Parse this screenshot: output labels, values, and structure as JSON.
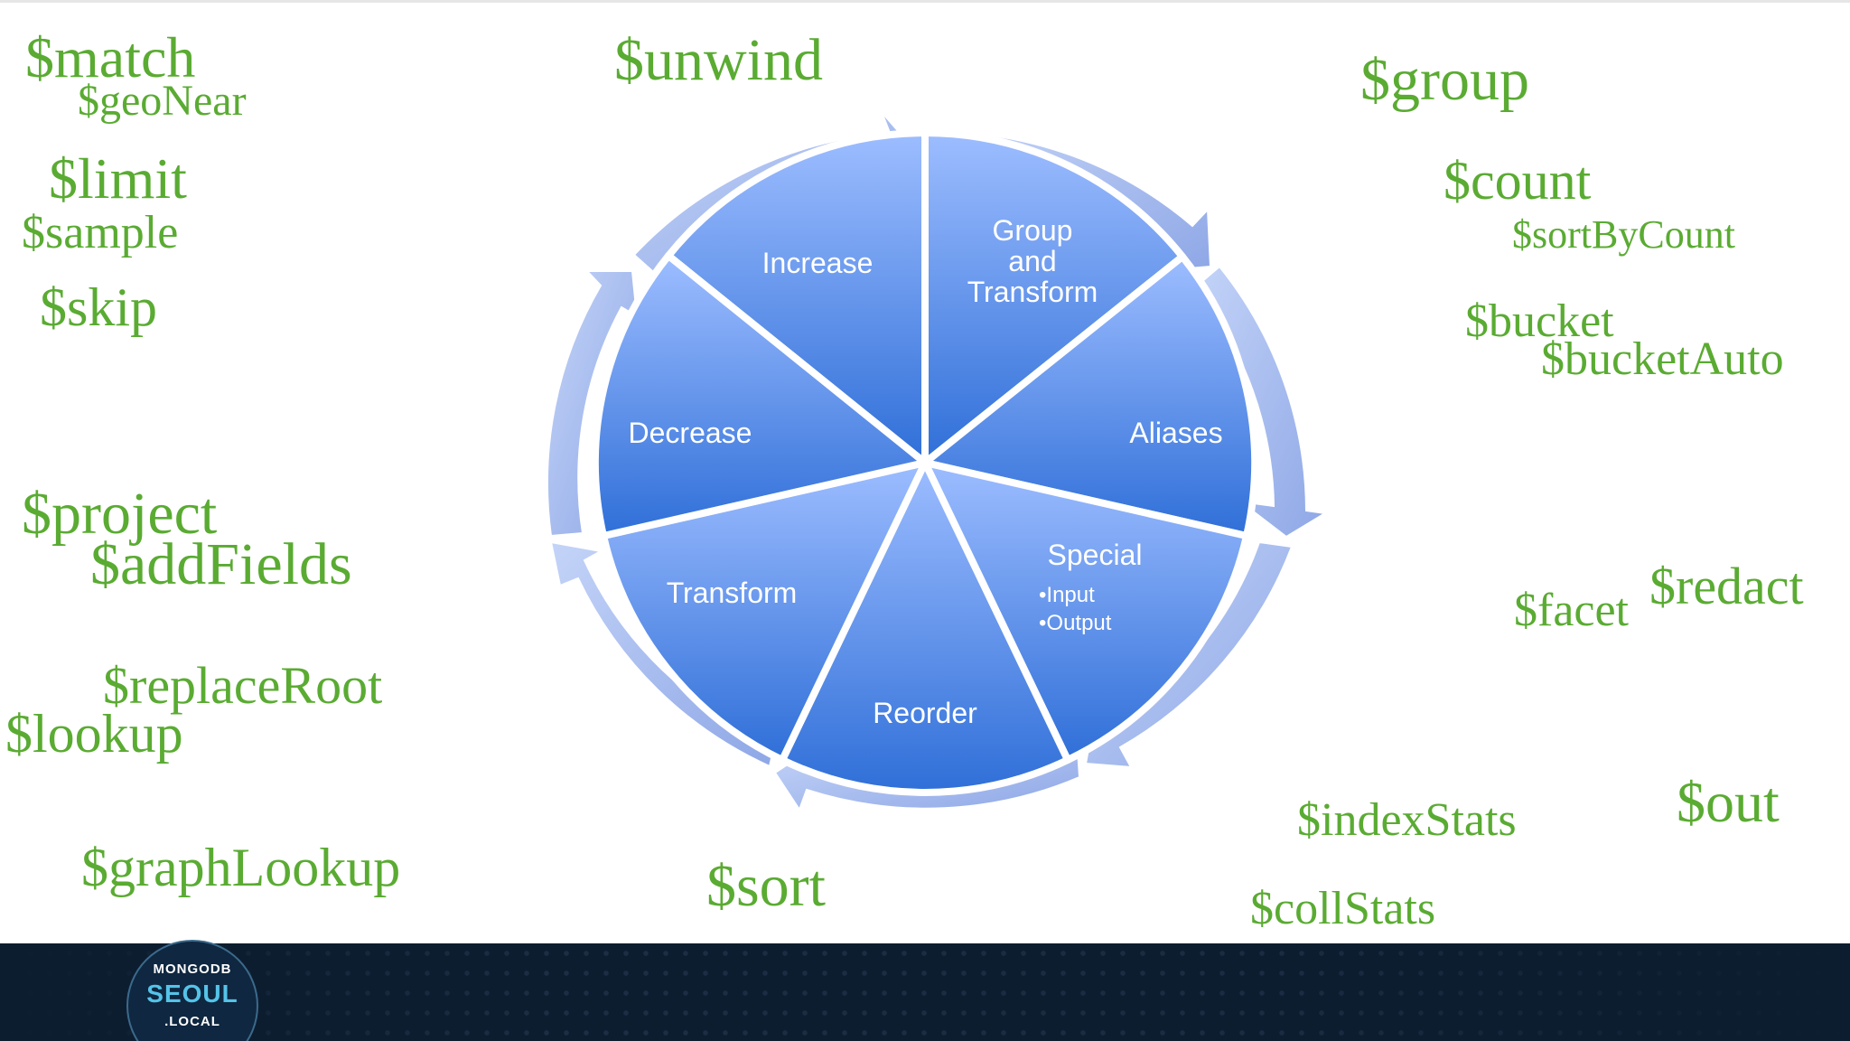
{
  "colors": {
    "stage_text": "#5aab32",
    "segment_dark": "#3f7fe0",
    "segment_light": "#8fb4ff",
    "arrow": "#a9bff2",
    "footer_bg": "#0d1d30",
    "logo_accent": "#55c3e8"
  },
  "stages": {
    "match": "$match",
    "geoNear": "$geoNear",
    "limit": "$limit",
    "sample": "$sample",
    "skip": "$skip",
    "project": "$project",
    "addFields": "$addFields",
    "replaceRoot": "$replaceRoot",
    "lookup": "$lookup",
    "graphLookup": "$graphLookup",
    "unwind": "$unwind",
    "sort": "$sort",
    "group": "$group",
    "count": "$count",
    "sortByCount": "$sortByCount",
    "bucket": "$bucket",
    "bucketAuto": "$bucketAuto",
    "facet": "$facet",
    "redact": "$redact",
    "indexStats": "$indexStats",
    "out": "$out",
    "collStats": "$collStats"
  },
  "diagram": {
    "segments": {
      "increase": "Increase",
      "group_line1": "Group",
      "group_line2": "and",
      "group_line3": "Transform",
      "aliases": "Aliases",
      "special": "Special",
      "special_input": "•Input",
      "special_output": "•Output",
      "reorder": "Reorder",
      "transform": "Transform",
      "decrease": "Decrease"
    }
  },
  "footer": {
    "logo_line1": "MONGODB",
    "logo_line2": "SEOUL",
    "logo_line3": ".LOCAL"
  }
}
